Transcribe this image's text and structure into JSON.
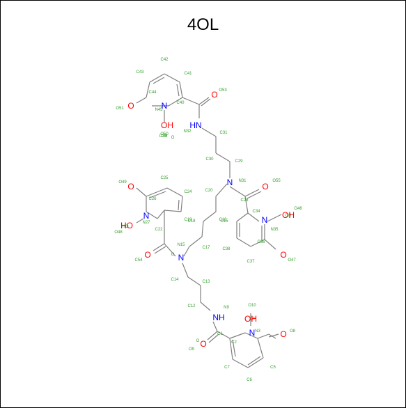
{
  "title": "4OL",
  "colors": {
    "bond": "#7f7f7f",
    "nitrogen": "#0000ff",
    "oxygen": "#ff0000",
    "atom_id": "#33a02c"
  },
  "atom_ids": [
    "C42",
    "C43",
    "C41",
    "C44",
    "C40",
    "O53",
    "N45",
    "O51",
    "C39",
    "O",
    "OH",
    "N32",
    "O50",
    "C31",
    "C30",
    "C29",
    "C25",
    "O49",
    "N31",
    "O55",
    "C24",
    "C26",
    "C20",
    "C28",
    "O46",
    "C34",
    "OH",
    "N27",
    "C19",
    "C18",
    "C16",
    "N35",
    "HO",
    "C22",
    "O48",
    "C36",
    "C15",
    "N15",
    "C17",
    "O",
    "C38",
    "C54",
    "C37",
    "O47",
    "C14",
    "C13",
    "C12",
    "N9",
    "O10",
    "OH",
    "N3",
    "O8",
    "C1",
    "C2",
    "O",
    "O9",
    "C7",
    "C5",
    "C6"
  ],
  "atom_symbols": {
    "n_ring_a": "N",
    "o_ring_a": "O",
    "oh_ring_a": "OH",
    "o_amide_a": "O",
    "nh_a": "HN",
    "n_a": "N",
    "o_amide_b": "O",
    "n_ring_b": "N",
    "oh_ring_b": "OH",
    "o_ring_b": "O",
    "o_ring_c": "O",
    "n_ring_c": "N",
    "ho_ring_c": "HO",
    "o_amide_c": "O",
    "n_b": "N",
    "nh_b": "NH",
    "oh_ring_d": "OH",
    "n_ring_d": "N",
    "o_ring_d": "O",
    "o_amide_d": "O"
  }
}
